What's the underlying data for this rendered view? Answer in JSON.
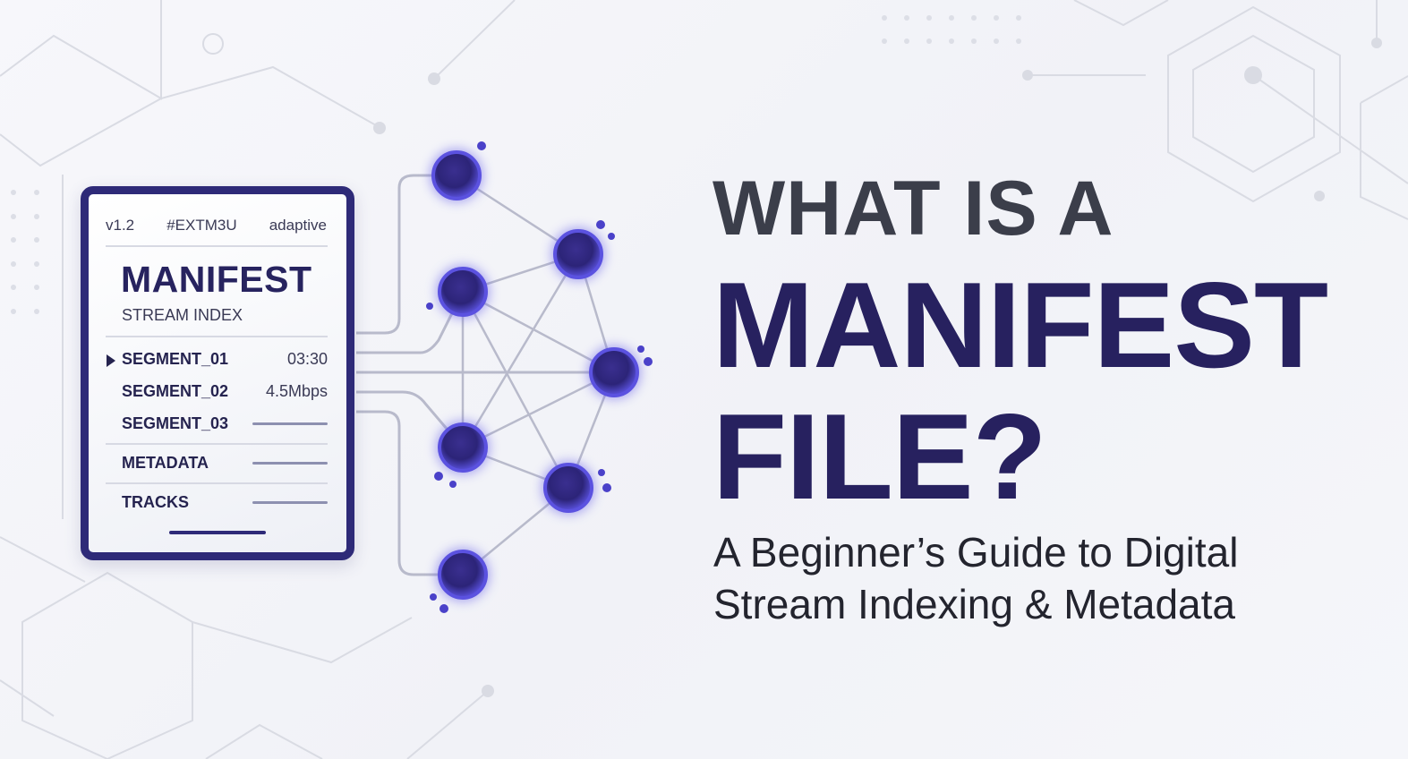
{
  "card": {
    "header": {
      "version": "v1.2",
      "tag": "#EXTM3U",
      "mode": "adaptive"
    },
    "title": "MANIFEST",
    "subtitle": "STREAM INDEX",
    "rows": [
      {
        "label": "SEGMENT_01",
        "value": "03:30"
      },
      {
        "label": "SEGMENT_02",
        "value": "4.5Mbps"
      },
      {
        "label": "SEGMENT_03",
        "value": ""
      },
      {
        "label": "METADATA",
        "value": ""
      },
      {
        "label": "TRACKS",
        "value": ""
      }
    ]
  },
  "headline": {
    "line1": "WHAT IS A",
    "line2": "MANIFEST",
    "line3": "FILE?"
  },
  "subheading": {
    "line1": "A Beginner’s Guide to Digital",
    "line2": "Stream Indexing & Metadata"
  },
  "colors": {
    "brand_dark": "#27215f",
    "node": "#3d35a8",
    "node_glow": "#6a63e8",
    "headline_gray": "#3b3e4a",
    "background": "#f4f5f9"
  }
}
